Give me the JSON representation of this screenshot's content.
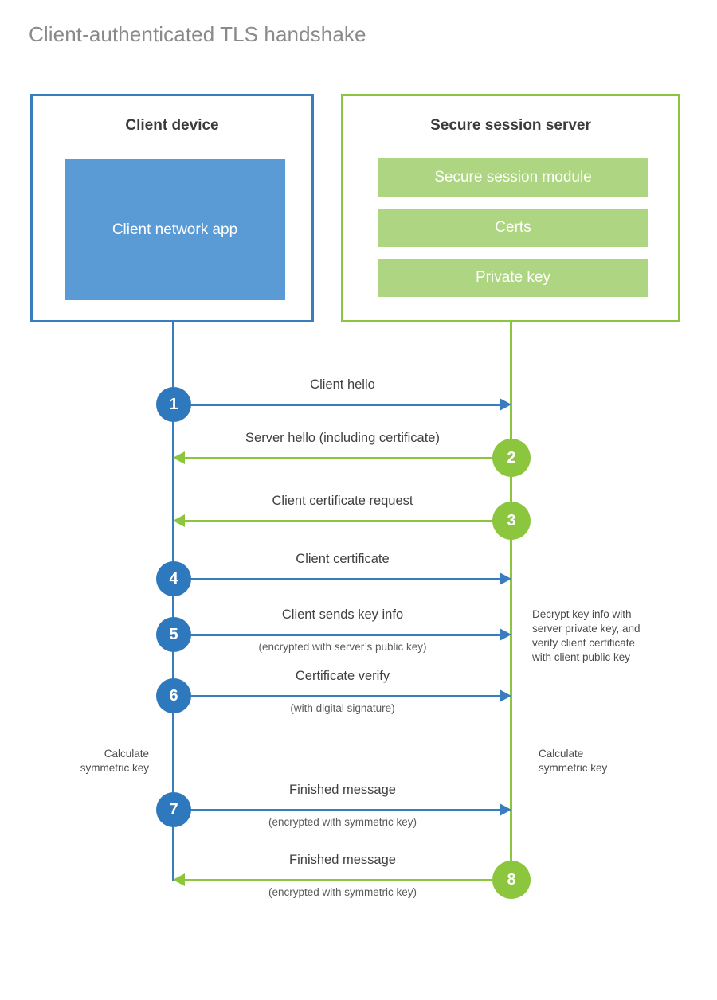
{
  "title": "Client-authenticated TLS handshake",
  "colors": {
    "client_accent": "#3a7dbe",
    "client_fill": "#5b9bd5",
    "client_circle": "#2e78bd",
    "server_accent": "#8cc63e",
    "server_fill": "#aed581",
    "title_text": "#8a8a8a",
    "label_text": "#3f3f3f",
    "sublabel_text": "#5b5b5b"
  },
  "actors": {
    "client": {
      "title": "Client device",
      "block_label": "Client network app"
    },
    "server": {
      "title": "Secure session server",
      "blocks": [
        {
          "label": "Secure session module"
        },
        {
          "label": "Certs"
        },
        {
          "label": "Private key"
        }
      ]
    }
  },
  "steps": [
    {
      "number": "1",
      "label": "Client hello",
      "sublabel": "",
      "direction": "client-to-server",
      "color": "blue"
    },
    {
      "number": "2",
      "label": "Server hello (including certificate)",
      "sublabel": "",
      "direction": "server-to-client",
      "color": "green"
    },
    {
      "number": "3",
      "label": "Client certificate request",
      "sublabel": "",
      "direction": "server-to-client",
      "color": "green"
    },
    {
      "number": "4",
      "label": "Client certificate",
      "sublabel": "",
      "direction": "client-to-server",
      "color": "blue"
    },
    {
      "number": "5",
      "label": "Client sends key info",
      "sublabel": "(encrypted with server’s public key)",
      "direction": "client-to-server",
      "color": "blue"
    },
    {
      "number": "6",
      "label": "Certificate verify",
      "sublabel": "(with digital signature)",
      "direction": "client-to-server",
      "color": "blue"
    },
    {
      "number": "7",
      "label": "Finished message",
      "sublabel": "(encrypted with symmetric key)",
      "direction": "client-to-server",
      "color": "blue"
    },
    {
      "number": "8",
      "label": "Finished message",
      "sublabel": "(encrypted with symmetric key)",
      "direction": "server-to-client",
      "color": "green"
    }
  ],
  "annotations": {
    "server_decrypt": {
      "lines": [
        "Decrypt key info with",
        "server private key, and",
        "verify client certificate",
        "with client public key"
      ]
    },
    "client_symmetric": {
      "lines": [
        "Calculate",
        "symmetric key"
      ]
    },
    "server_symmetric": {
      "lines": [
        "Calculate",
        "symmetric key"
      ]
    }
  }
}
